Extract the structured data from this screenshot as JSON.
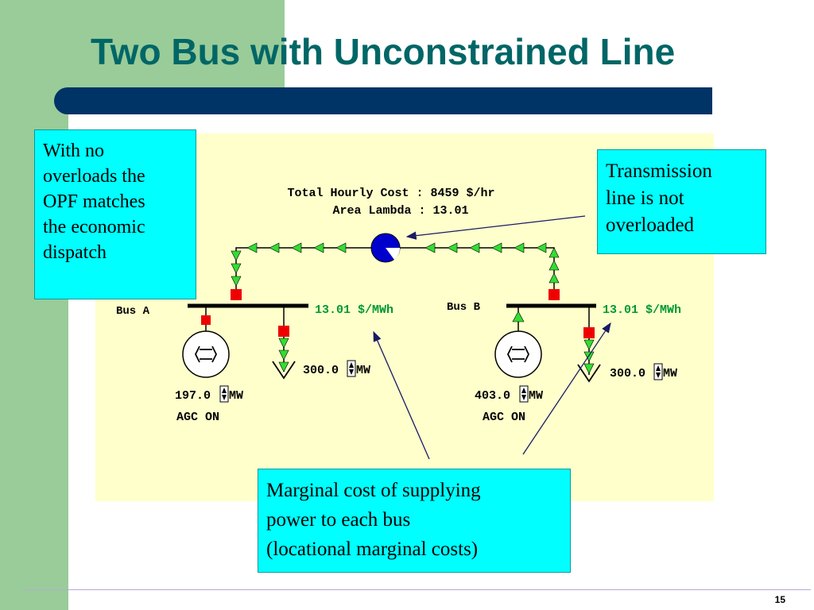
{
  "slide": {
    "title": "Two Bus with Unconstrained Line",
    "page_number": "15"
  },
  "diagram": {
    "total_cost": "Total Hourly Cost : 8459 $/hr",
    "area_lambda": "Area Lambda : 13.01",
    "bus_a": {
      "label": "Bus A",
      "price": "13.01 $/MWh",
      "load": "300.0",
      "load_unit": "MW",
      "gen": "197.0",
      "gen_unit": "MW",
      "agc": "AGC ON"
    },
    "bus_b": {
      "label": "Bus B",
      "price": "13.01 $/MWh",
      "load": "300.0",
      "load_unit": "MW",
      "gen": "403.0",
      "gen_unit": "MW",
      "agc": "AGC ON"
    }
  },
  "callouts": {
    "left": [
      "With no",
      "overloads the",
      "OPF matches",
      "the economic",
      "dispatch"
    ],
    "right": [
      "Transmission",
      "line is not",
      "overloaded"
    ],
    "bottom": [
      "Marginal cost of supplying",
      "power to each bus",
      "(locational marginal costs)"
    ]
  },
  "colors": {
    "title": "#006666",
    "title_bar": "#003366",
    "side_green": "#99cc99",
    "panel": "#ffffcc",
    "callout": "#00ffff",
    "flow_arrow": "#33dd33",
    "breaker": "#ee0000",
    "price_text": "#009933",
    "pie_blue": "#0000cc"
  }
}
